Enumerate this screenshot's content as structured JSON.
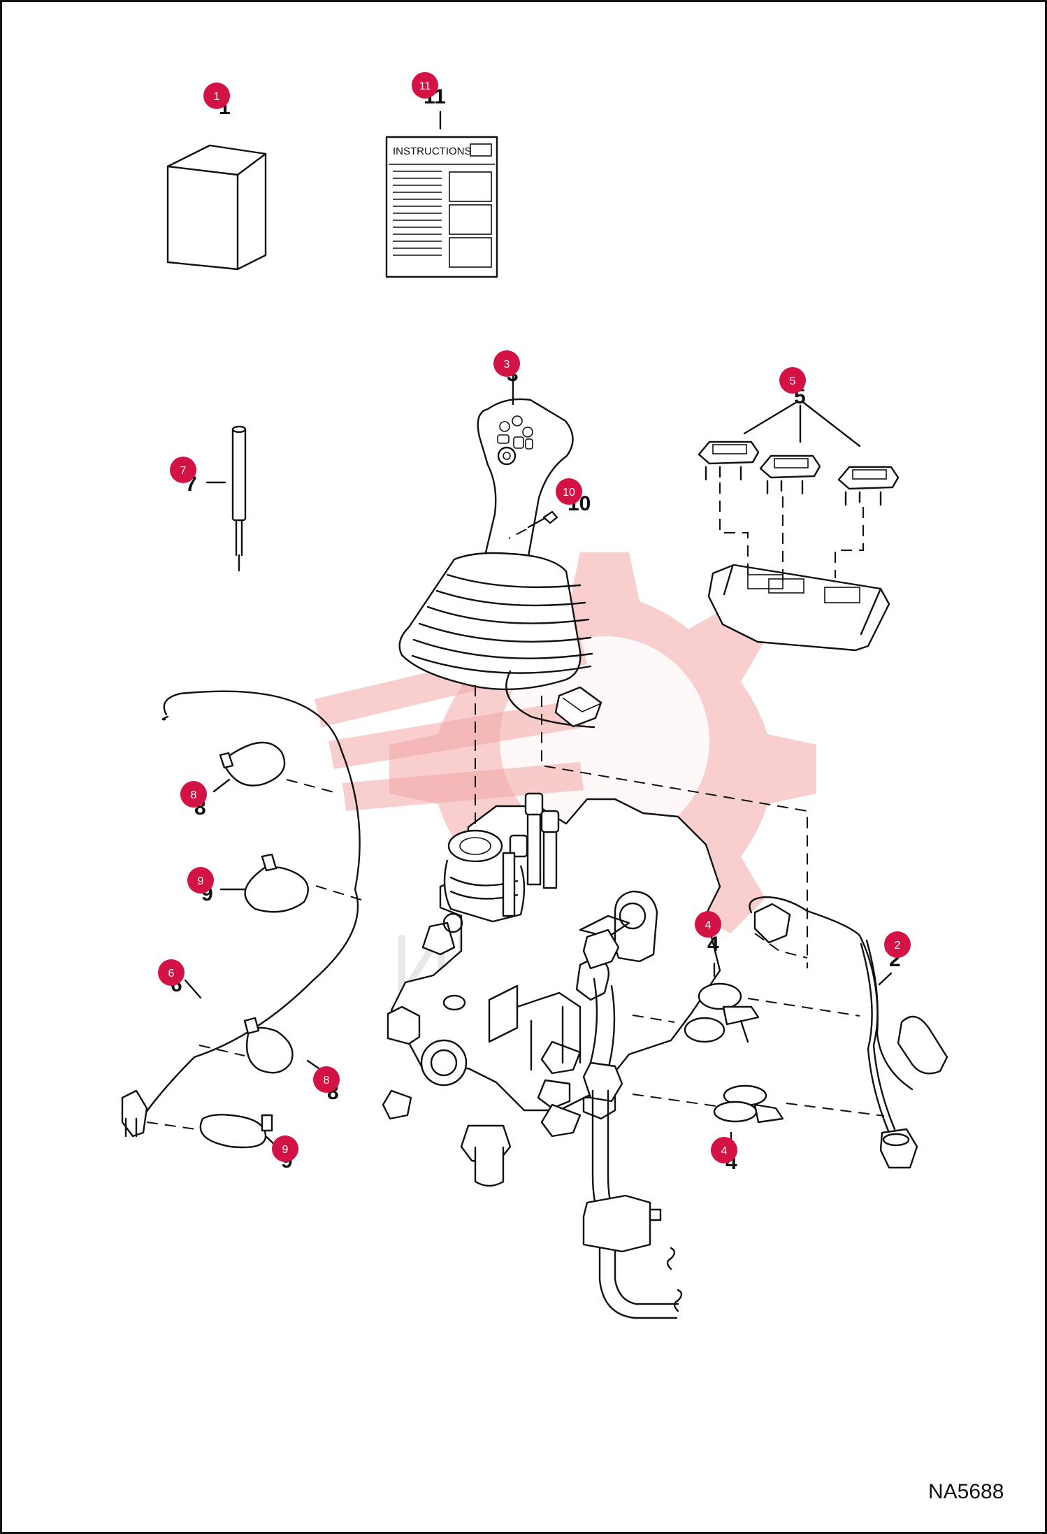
{
  "document": {
    "instructions_label": "INSTRUCTIONS",
    "drawing_ref": "NA5688",
    "watermark_text": "ИНТЕХ"
  },
  "callouts": [
    {
      "id": "1",
      "label": "1"
    },
    {
      "id": "2",
      "label": "2"
    },
    {
      "id": "3",
      "label": "3"
    },
    {
      "id": "4a",
      "label": "4"
    },
    {
      "id": "4b",
      "label": "4"
    },
    {
      "id": "5",
      "label": "5"
    },
    {
      "id": "6",
      "label": "6"
    },
    {
      "id": "7",
      "label": "7"
    },
    {
      "id": "8a",
      "label": "8"
    },
    {
      "id": "8b",
      "label": "8"
    },
    {
      "id": "9a",
      "label": "9"
    },
    {
      "id": "9b",
      "label": "9"
    },
    {
      "id": "10",
      "label": "10"
    },
    {
      "id": "11",
      "label": "11"
    }
  ],
  "colors": {
    "callout": "#d31245",
    "line": "#111111",
    "watermark": "#f2a5a5"
  }
}
